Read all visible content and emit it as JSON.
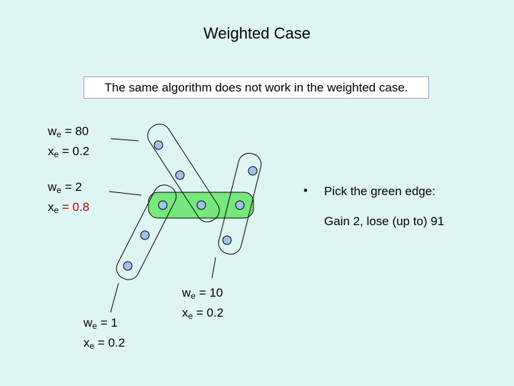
{
  "title": "Weighted Case",
  "statement": "The same algorithm does not work in the weighted case.",
  "edge_labels": [
    {
      "w_var": "w",
      "w_sub": "e",
      "w_rest": " = 80",
      "x_var": "x",
      "x_sub": "e",
      "x_rest": " = 0.2",
      "x_color": "#000000"
    },
    {
      "w_var": "w",
      "w_sub": "e",
      "w_rest": " = 2",
      "x_var": "x",
      "x_sub": "e",
      "x_rest": " = 0.8",
      "x_color": "#c00000"
    },
    {
      "w_var": "w",
      "w_sub": "e",
      "w_rest": " = 10",
      "x_var": "x",
      "x_sub": "e",
      "x_rest": " = 0.2",
      "x_color": "#000000"
    },
    {
      "w_var": "w",
      "w_sub": "e",
      "w_rest": " = 1",
      "x_var": "x",
      "x_sub": "e",
      "x_rest": " = 0.2",
      "x_color": "#000000"
    }
  ],
  "bullet_symbol": "•",
  "bullet_text": "Pick the green edge:",
  "gain_text": "Gain 2, lose (up to) 91",
  "colors": {
    "background": "#dff5f4",
    "vertex_fill": "#9ec3ea",
    "green_edge": "#77e87b",
    "highlight_text": "#c00000"
  }
}
